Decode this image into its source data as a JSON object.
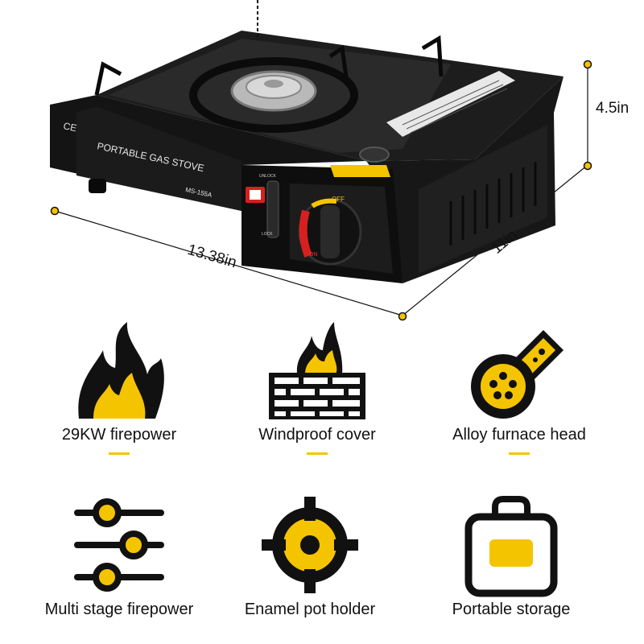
{
  "product": {
    "panel_text": "PORTABLE GAS STOVE",
    "model": "MS-155A",
    "ce_mark": "CE",
    "unlock_text": "UNLOCK",
    "lock_text": "LOCK",
    "off_text": "OFF",
    "on_text": "ON",
    "dimensions": {
      "height": "4.5in",
      "length": "13.38in",
      "depth": "11in"
    }
  },
  "features": [
    {
      "label": "29KW firepower",
      "icon": "flame-icon"
    },
    {
      "label": "Windproof cover",
      "icon": "brick-wall-flame-icon"
    },
    {
      "label": "Alloy furnace head",
      "icon": "burner-head-icon"
    },
    {
      "label": "Multi stage firepower",
      "icon": "sliders-icon"
    },
    {
      "label": "Enamel pot holder",
      "icon": "crosshair-icon"
    },
    {
      "label": "Portable storage",
      "icon": "carry-case-icon"
    }
  ],
  "colors": {
    "accent": "#f5c400",
    "dark": "#111111",
    "stove_body": "#1a1a1a"
  }
}
